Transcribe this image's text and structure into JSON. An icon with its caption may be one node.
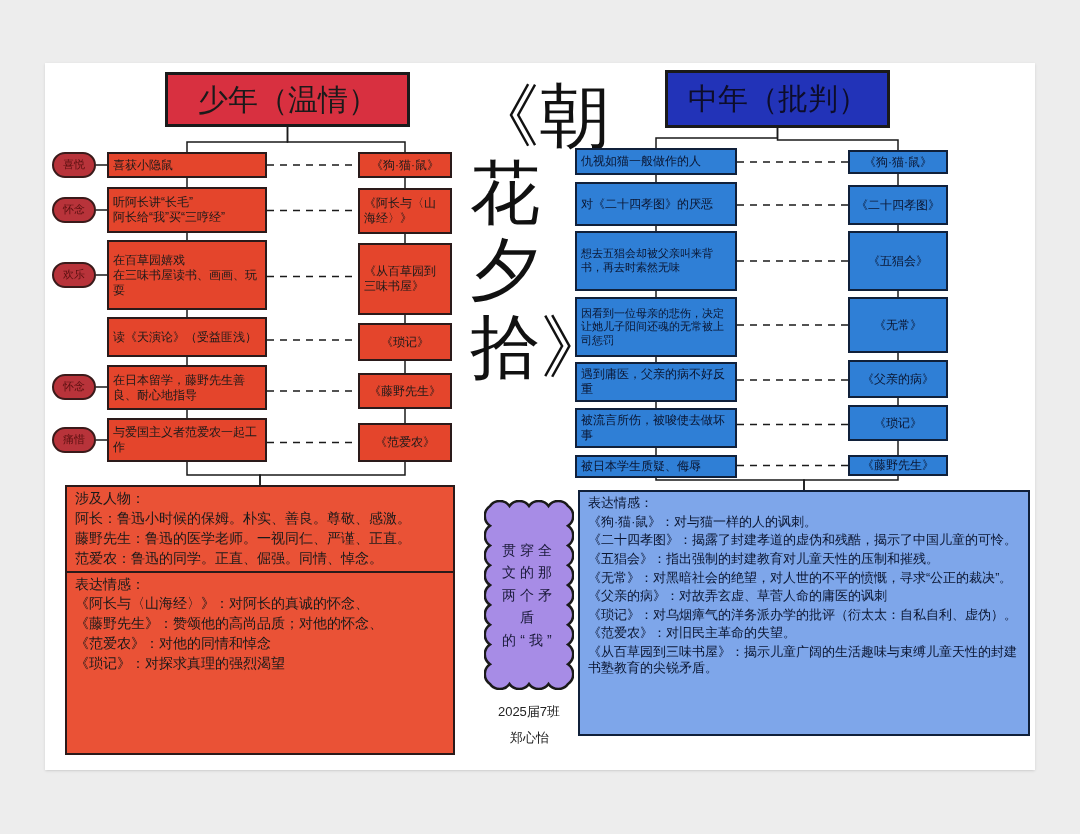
{
  "diagram": {
    "title": "《朝花夕拾》",
    "nodes": [
      {
        "text": [
          "少年（温情）"
        ]
      },
      {
        "text": [
          "中年（批判）"
        ]
      },
      {
        "text": [
          "喜悦"
        ]
      },
      {
        "text": [
          "喜获小隐鼠"
        ]
      },
      {
        "text": [
          "《狗·猫·鼠》"
        ]
      },
      {
        "text": [
          "怀念"
        ]
      },
      {
        "text": [
          "听阿长讲“长毛”",
          "阿长给“我”买“三哼经”"
        ]
      },
      {
        "text": [
          "《阿长与〈山海经〉》"
        ]
      },
      {
        "text": [
          "欢乐"
        ]
      },
      {
        "text": [
          "在百草园嬉戏",
          "在三味书屋读书、画画、玩耍"
        ]
      },
      {
        "text": [
          "《从百草园到三味书屋》"
        ]
      },
      {
        "text": [
          "读《天演论》（受益匪浅）"
        ]
      },
      {
        "text": [
          "《琐记》"
        ]
      },
      {
        "text": [
          "怀念"
        ]
      },
      {
        "text": [
          "在日本留学，藤野先生善良、耐心地指导"
        ]
      },
      {
        "text": [
          "《藤野先生》"
        ]
      },
      {
        "text": [
          "痛惜"
        ]
      },
      {
        "text": [
          "与爱国主义者范爱农一起工作"
        ]
      },
      {
        "text": [
          "《范爱农》"
        ]
      },
      {
        "text": [
          "涉及人物：",
          "阿长：鲁迅小时候的保姆。朴实、善良。尊敬、感激。",
          "藤野先生：鲁迅的医学老师。一视同仁、严谨、正直。",
          "范爱农：鲁迅的同学。正直、倔强。同情、悼念。",
          "表达情感：",
          "《阿长与〈山海经〉》：对阿长的真诚的怀念、",
          "《藤野先生》：赞颂他的高尚品质；对他的怀念、",
          "《范爱农》：对他的同情和悼念",
          "《琐记》：对探求真理的强烈渴望"
        ]
      },
      {
        "text": [
          "仇视如猫一般做作的人"
        ]
      },
      {
        "text": [
          "《狗·猫·鼠》"
        ]
      },
      {
        "text": [
          "对《二十四孝图》的厌恶"
        ]
      },
      {
        "text": [
          "《二十四孝图》"
        ]
      },
      {
        "text": [
          "想去五猖会却被父亲叫来背书，再去时索然无味"
        ]
      },
      {
        "text": [
          "《五猖会》"
        ]
      },
      {
        "text": [
          "因看到一位母亲的悲伤，决定让她儿子阳间还魂的无常被上司惩罚"
        ]
      },
      {
        "text": [
          "《无常》"
        ]
      },
      {
        "text": [
          "遇到庸医，父亲的病不好反重"
        ]
      },
      {
        "text": [
          "《父亲的病》"
        ]
      },
      {
        "text": [
          "被流言所伤，被唆使去做坏事"
        ]
      },
      {
        "text": [
          "《琐记》"
        ]
      },
      {
        "text": [
          "被日本学生质疑、侮辱"
        ]
      },
      {
        "text": [
          "《藤野先生》"
        ]
      },
      {
        "text": [
          "表达情感：",
          "《狗·猫·鼠》：对与猫一样的人的讽刺。",
          "《二十四孝图》：揭露了封建孝道的虚伪和残酷，揭示了中国儿童的可怜。",
          "《五猖会》：指出强制的封建教育对儿童天性的压制和摧残。",
          "《无常》：对黑暗社会的绝望，对人世的不平的愤慨，寻求“公正的裁决”。",
          "《父亲的病》：对故弄玄虚、草菅人命的庸医的讽刺",
          "《琐记》：对乌烟瘴气的洋务派办学的批评（衍太太：自私自利、虚伪）。",
          "《范爱农》：对旧民主革命的失望。",
          "《从百草园到三味书屋》：揭示儿童广阔的生活趣味与束缚儿童天性的封建书塾教育的尖锐矛盾。"
        ]
      },
      {
        "text": [
          "贯穿全文的那两个矛盾的“我”"
        ]
      }
    ],
    "edges": [
      {
        "from": 0,
        "to": 3,
        "arrow": "none"
      },
      {
        "from": 0,
        "to": 4,
        "arrow": "none"
      },
      {
        "from": 3,
        "to": 6,
        "arrow": "none"
      },
      {
        "from": 6,
        "to": 9,
        "arrow": "none"
      },
      {
        "from": 9,
        "to": 11,
        "arrow": "none"
      },
      {
        "from": 11,
        "to": 14,
        "arrow": "none"
      },
      {
        "from": 14,
        "to": 17,
        "arrow": "none"
      },
      {
        "from": 4,
        "to": 7,
        "arrow": "none"
      },
      {
        "from": 7,
        "to": 10,
        "arrow": "none"
      },
      {
        "from": 10,
        "to": 12,
        "arrow": "none"
      },
      {
        "from": 12,
        "to": 15,
        "arrow": "none"
      },
      {
        "from": 15,
        "to": 18,
        "arrow": "none"
      },
      {
        "from": 3,
        "to": 4,
        "arrow": "none",
        "style": "dashed"
      },
      {
        "from": 6,
        "to": 7,
        "arrow": "none",
        "style": "dashed"
      },
      {
        "from": 9,
        "to": 10,
        "arrow": "none",
        "style": "dashed"
      },
      {
        "from": 11,
        "to": 12,
        "arrow": "none",
        "style": "dashed"
      },
      {
        "from": 14,
        "to": 15,
        "arrow": "none",
        "style": "dashed"
      },
      {
        "from": 17,
        "to": 18,
        "arrow": "none",
        "style": "dashed"
      },
      {
        "from": 2,
        "to": 3,
        "arrow": "none"
      },
      {
        "from": 5,
        "to": 6,
        "arrow": "none"
      },
      {
        "from": 8,
        "to": 9,
        "arrow": "none"
      },
      {
        "from": 13,
        "to": 14,
        "arrow": "none"
      },
      {
        "from": 16,
        "to": 17,
        "arrow": "none"
      },
      {
        "from": 17,
        "to": 19,
        "arrow": "none"
      },
      {
        "from": 18,
        "to": 19,
        "arrow": "none"
      },
      {
        "from": 1,
        "to": 20,
        "arrow": "none"
      },
      {
        "from": 1,
        "to": 21,
        "arrow": "none"
      },
      {
        "from": 20,
        "to": 22,
        "arrow": "none"
      },
      {
        "from": 22,
        "to": 24,
        "arrow": "none"
      },
      {
        "from": 24,
        "to": 26,
        "arrow": "none"
      },
      {
        "from": 26,
        "to": 28,
        "arrow": "none"
      },
      {
        "from": 28,
        "to": 30,
        "arrow": "none"
      },
      {
        "from": 30,
        "to": 32,
        "arrow": "none"
      },
      {
        "from": 21,
        "to": 23,
        "arrow": "none"
      },
      {
        "from": 23,
        "to": 25,
        "arrow": "none"
      },
      {
        "from": 25,
        "to": 27,
        "arrow": "none"
      },
      {
        "from": 27,
        "to": 29,
        "arrow": "none"
      },
      {
        "from": 29,
        "to": 31,
        "arrow": "none"
      },
      {
        "from": 31,
        "to": 33,
        "arrow": "none"
      },
      {
        "from": 20,
        "to": 21,
        "arrow": "none",
        "style": "dashed"
      },
      {
        "from": 22,
        "to": 23,
        "arrow": "none",
        "style": "dashed"
      },
      {
        "from": 24,
        "to": 25,
        "arrow": "none",
        "style": "dashed"
      },
      {
        "from": 26,
        "to": 27,
        "arrow": "none",
        "style": "dashed"
      },
      {
        "from": 28,
        "to": 29,
        "arrow": "none",
        "style": "dashed"
      },
      {
        "from": 30,
        "to": 31,
        "arrow": "none",
        "style": "dashed"
      },
      {
        "from": 32,
        "to": 33,
        "arrow": "none",
        "style": "dashed"
      },
      {
        "from": 32,
        "to": 34,
        "arrow": "none"
      },
      {
        "from": 33,
        "to": 34,
        "arrow": "none"
      }
    ],
    "labels": [
      "2025届7班",
      "郑心怡"
    ]
  }
}
